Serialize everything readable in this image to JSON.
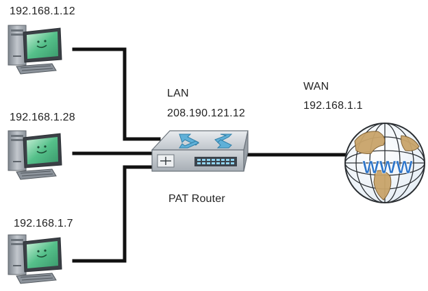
{
  "pcs": [
    {
      "ip": "192.168.1.12"
    },
    {
      "ip": "192.168.1.28"
    },
    {
      "ip": "192.168.1.7"
    }
  ],
  "lan": {
    "label": "LAN",
    "ip": "208.190.121.12"
  },
  "wan": {
    "label": "WAN",
    "ip": "192.168.1.1"
  },
  "router": {
    "label": "PAT Router"
  },
  "internet": {
    "label": "WWW"
  },
  "colors": {
    "cable": "#111111",
    "tower": "#9aa0a8",
    "screen": "#55c08a",
    "router_body": "#c7ccd2",
    "router_arrows": "#5fb0d8",
    "globe_ocean": "#ffffff",
    "globe_land": "#c9a46a",
    "www_text": "#2b74c9"
  },
  "icons": [
    "computer-icon",
    "router-icon",
    "globe-icon"
  ]
}
